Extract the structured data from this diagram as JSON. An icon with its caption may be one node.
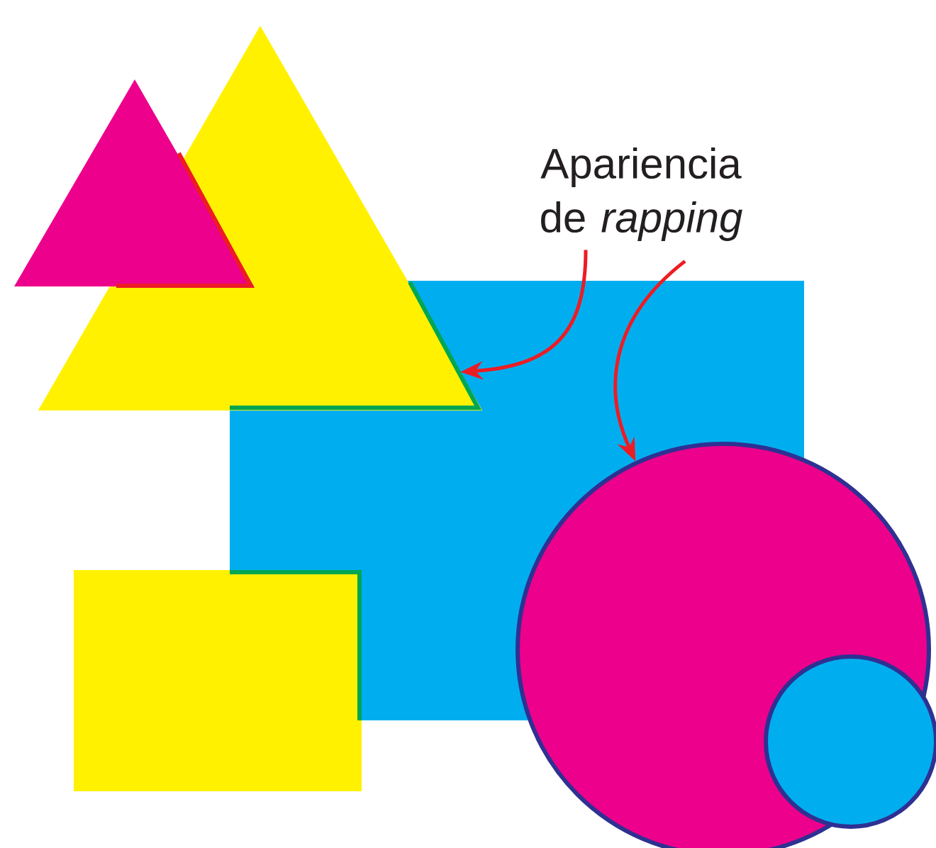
{
  "diagram": {
    "nodes": [
      {
        "text": [
          "Apariencia de *rapping*"
        ]
      },
      {
        "text": [],
        "shape": "triangle"
      },
      {
        "text": [],
        "shape": "circle"
      }
    ],
    "edges": [
      {
        "from": 0,
        "to": 1,
        "arrow": "to"
      },
      {
        "from": 0,
        "to": 2,
        "arrow": "to"
      }
    ]
  }
}
